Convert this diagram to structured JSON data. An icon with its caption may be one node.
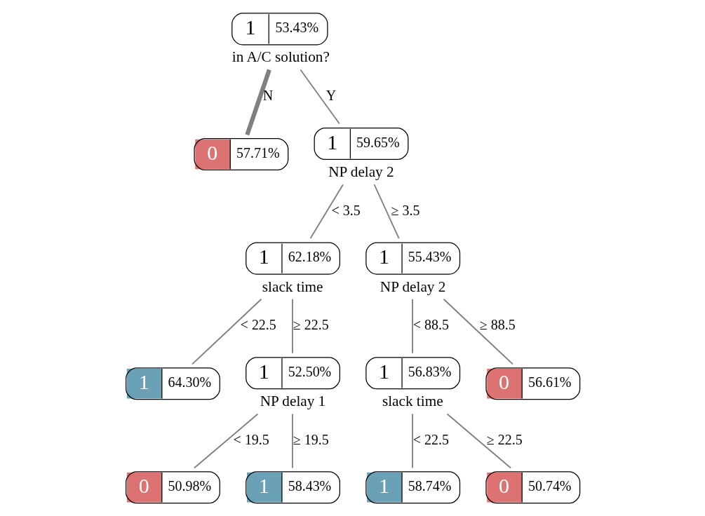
{
  "diagram": {
    "nodes": [
      {
        "text": [
          "1",
          "53.43%"
        ],
        "beside": [
          "in A/C solution?"
        ]
      },
      {
        "text": [
          "0",
          "57.71%"
        ]
      },
      {
        "text": [
          "1",
          "59.65%"
        ],
        "beside": [
          "NP delay 2"
        ]
      },
      {
        "text": [
          "1",
          "62.18%"
        ],
        "beside": [
          "slack time"
        ]
      },
      {
        "text": [
          "1",
          "55.43%"
        ],
        "beside": [
          "NP delay 2"
        ]
      },
      {
        "text": [
          "1",
          "64.30%"
        ]
      },
      {
        "text": [
          "1",
          "52.50%"
        ],
        "beside": [
          "NP delay 1"
        ]
      },
      {
        "text": [
          "1",
          "56.83%"
        ],
        "beside": [
          "slack time"
        ]
      },
      {
        "text": [
          "0",
          "56.61%"
        ]
      },
      {
        "text": [
          "0",
          "50.98%"
        ]
      },
      {
        "text": [
          "1",
          "58.43%"
        ]
      },
      {
        "text": [
          "1",
          "58.74%"
        ]
      },
      {
        "text": [
          "0",
          "50.74%"
        ]
      }
    ],
    "edges": [
      {
        "from": 0,
        "to": 1,
        "arrow": "none",
        "label": "N",
        "style": "thick"
      },
      {
        "from": 0,
        "to": 2,
        "arrow": "none",
        "label": "Y"
      },
      {
        "from": 2,
        "to": 3,
        "arrow": "none",
        "label": "< 3.5"
      },
      {
        "from": 2,
        "to": 4,
        "arrow": "none",
        "label": "≥ 3.5"
      },
      {
        "from": 3,
        "to": 5,
        "arrow": "none",
        "label": "< 22.5"
      },
      {
        "from": 3,
        "to": 6,
        "arrow": "none",
        "label": "≥ 22.5"
      },
      {
        "from": 4,
        "to": 7,
        "arrow": "none",
        "label": "< 88.5"
      },
      {
        "from": 4,
        "to": 8,
        "arrow": "none",
        "label": "≥ 88.5"
      },
      {
        "from": 6,
        "to": 9,
        "arrow": "none",
        "label": "< 19.5"
      },
      {
        "from": 6,
        "to": 10,
        "arrow": "none",
        "label": "≥ 19.5"
      },
      {
        "from": 7,
        "to": 11,
        "arrow": "none",
        "label": "< 22.5"
      },
      {
        "from": 7,
        "to": 12,
        "arrow": "none",
        "label": "≥ 22.5"
      }
    ]
  }
}
